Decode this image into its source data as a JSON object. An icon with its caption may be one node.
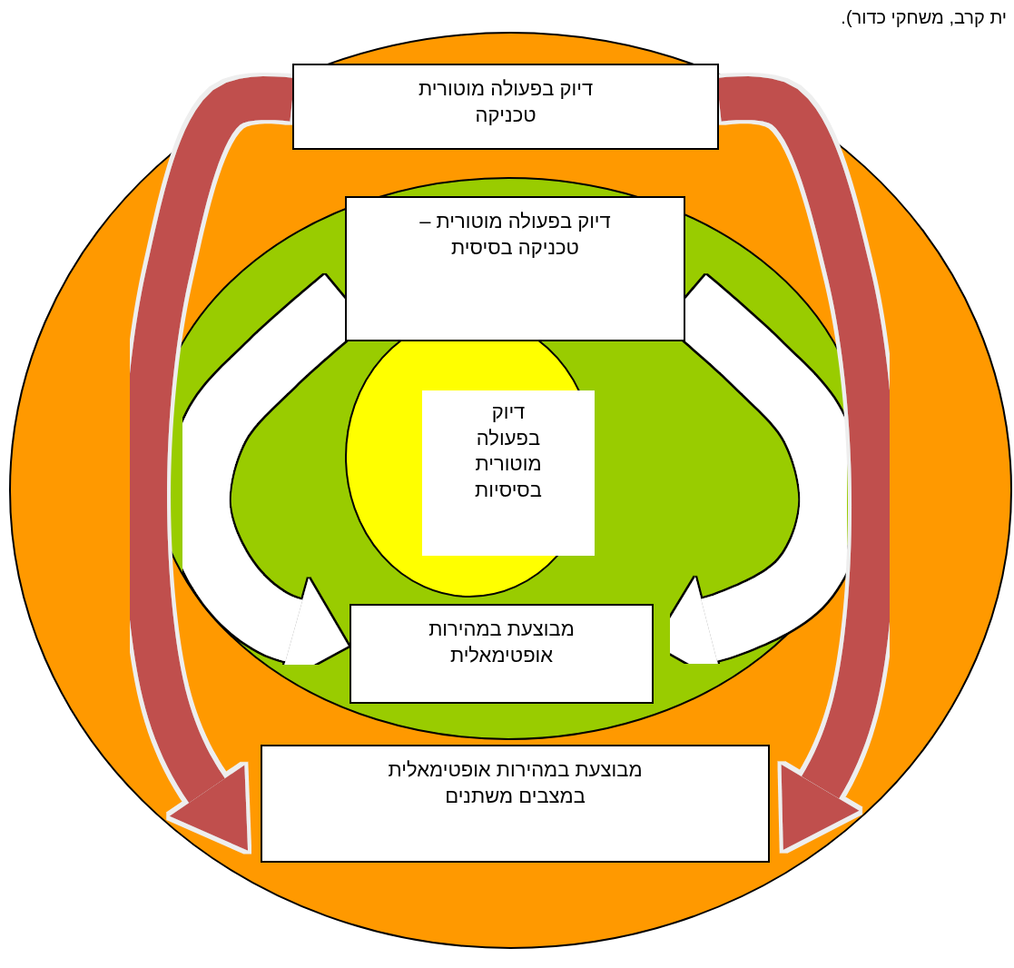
{
  "diagram": {
    "nodes": [
      {
        "text": [],
        "shape": "circle"
      },
      {
        "text": [
          "דיוק בפעולה מוטורית טכניקה"
        ],
        "in": 0
      },
      {
        "text": [],
        "shape": "circle",
        "in": 0
      },
      {
        "text": [
          "דיוק בפעולה מוטורית – טכניקה בסיסית"
        ],
        "in": 2
      },
      {
        "text": [],
        "shape": "circle",
        "in": 2
      },
      {
        "text": [
          "דיוק בפעולה מוטורית בסיסיות"
        ],
        "in": 4
      },
      {
        "text": [
          "מבוצעת במהירות אופטימאלית"
        ],
        "in": 2
      },
      {
        "text": [
          "מבוצעת במהירות אופטימאלית במצבים משתנים"
        ],
        "in": 0
      }
    ],
    "edges": [
      {
        "from": 3,
        "to": 6,
        "arrow": "to",
        "color": "#ffffff"
      },
      {
        "from": 3,
        "to": 6,
        "arrow": "to",
        "color": "#ffffff"
      },
      {
        "from": 1,
        "to": 7,
        "arrow": "to",
        "color": "#c0504d"
      },
      {
        "from": 1,
        "to": 7,
        "arrow": "to",
        "color": "#c0504d"
      }
    ],
    "labels": [
      "ית קרב, משחקי כדור)."
    ]
  }
}
